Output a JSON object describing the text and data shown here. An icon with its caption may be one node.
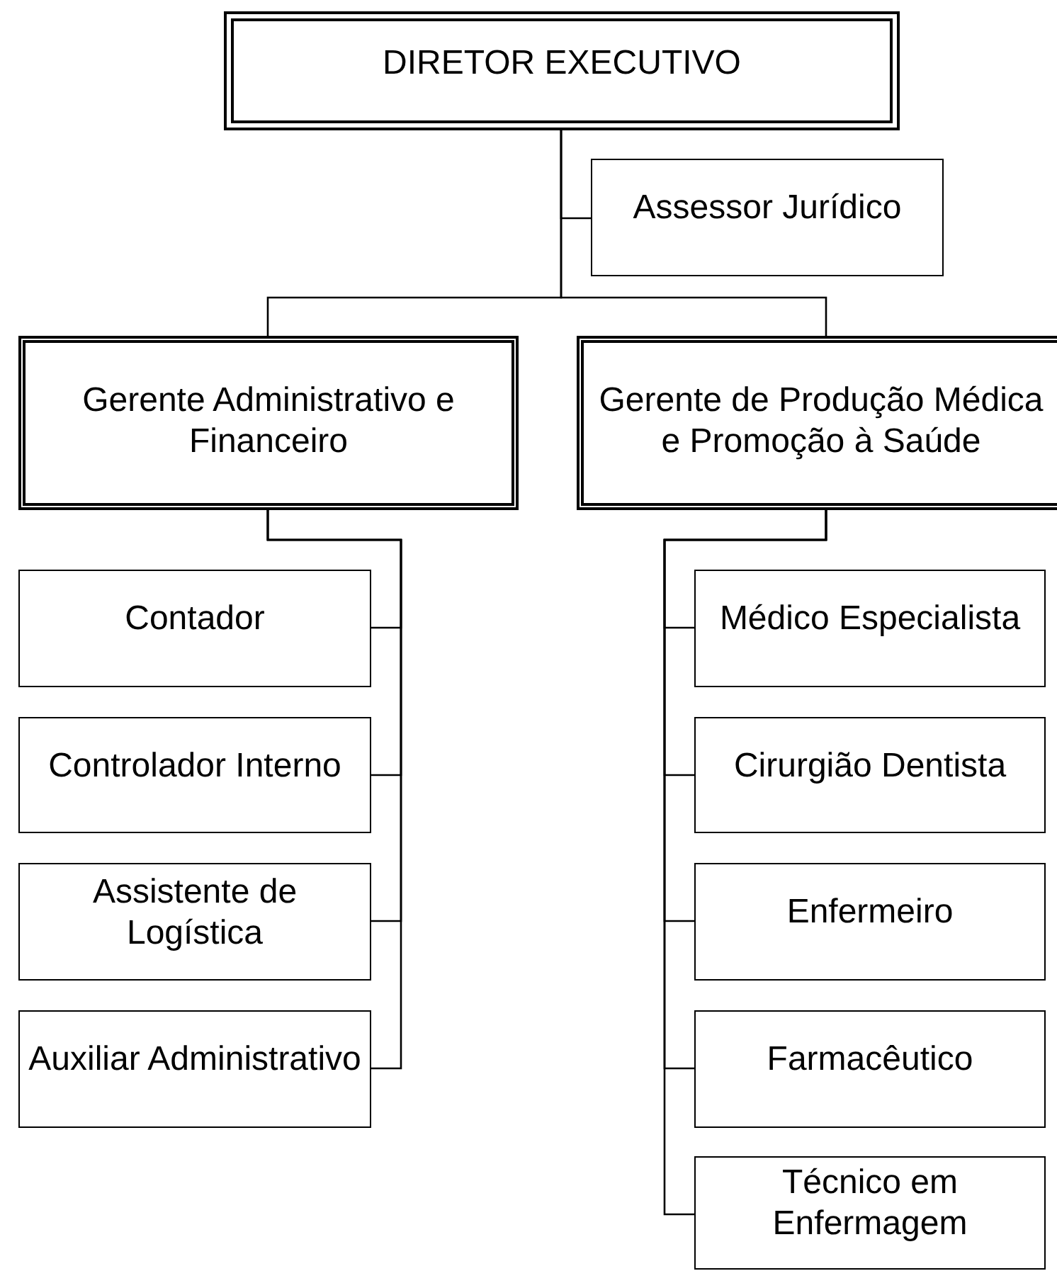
{
  "diagram": {
    "nodes": [
      {
        "text": [
          "DIRETOR EXECUTIVO"
        ]
      },
      {
        "text": [
          "Assessor Jurídico"
        ]
      },
      {
        "text": [
          "Gerente Administrativo e Financeiro"
        ]
      },
      {
        "text": [
          "Gerente de Produção Médica e Promoção à Saúde"
        ]
      },
      {
        "text": [
          "Contador"
        ]
      },
      {
        "text": [
          "Controlador Interno"
        ]
      },
      {
        "text": [
          "Assistente de Logística"
        ]
      },
      {
        "text": [
          "Auxiliar Administrativo"
        ]
      },
      {
        "text": [
          "Médico Especialista"
        ]
      },
      {
        "text": [
          "Cirurgião Dentista"
        ]
      },
      {
        "text": [
          "Enfermeiro"
        ]
      },
      {
        "text": [
          "Farmacêutico"
        ]
      },
      {
        "text": [
          "Técnico em Enfermagem"
        ]
      }
    ],
    "edges": [
      {
        "from": 0,
        "to": 1,
        "arrow": "none"
      },
      {
        "from": 0,
        "to": 2,
        "arrow": "none"
      },
      {
        "from": 0,
        "to": 3,
        "arrow": "none"
      },
      {
        "from": 2,
        "to": 4,
        "arrow": "none"
      },
      {
        "from": 2,
        "to": 5,
        "arrow": "none"
      },
      {
        "from": 2,
        "to": 6,
        "arrow": "none"
      },
      {
        "from": 2,
        "to": 7,
        "arrow": "none"
      },
      {
        "from": 3,
        "to": 8,
        "arrow": "none"
      },
      {
        "from": 3,
        "to": 9,
        "arrow": "none"
      },
      {
        "from": 3,
        "to": 10,
        "arrow": "none"
      },
      {
        "from": 3,
        "to": 11,
        "arrow": "none"
      },
      {
        "from": 3,
        "to": 12,
        "arrow": "none"
      }
    ]
  }
}
